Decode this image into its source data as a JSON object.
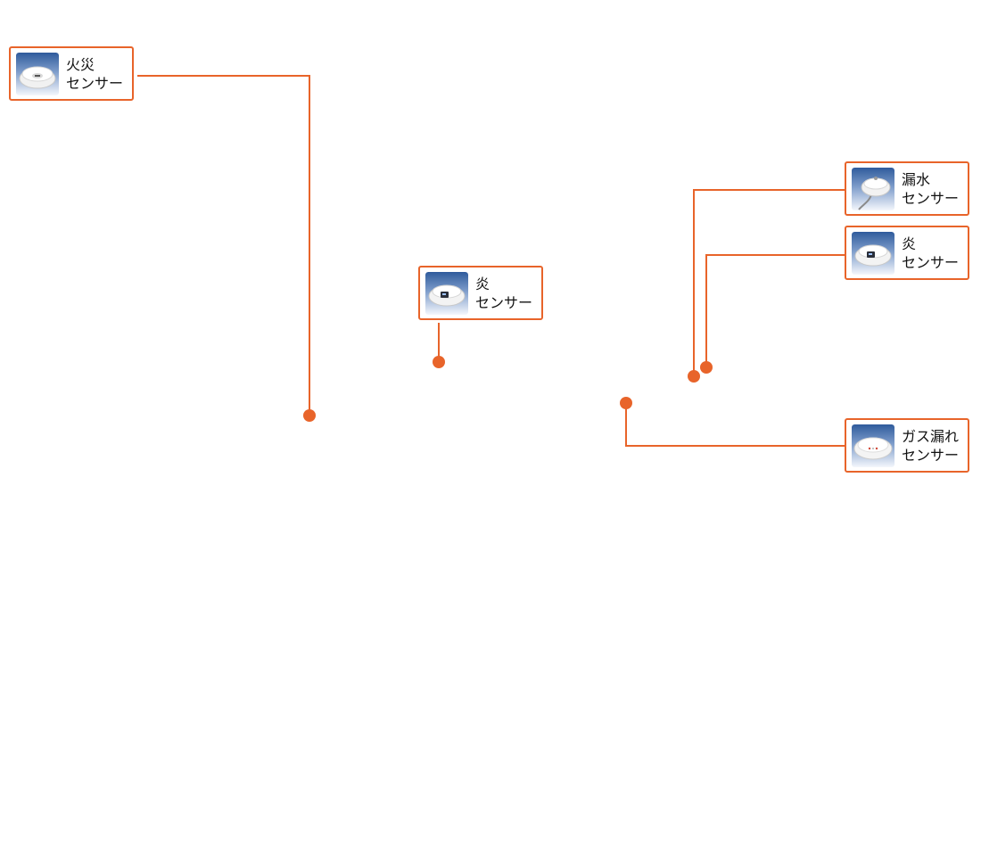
{
  "accent_color": "#e8642a",
  "sensors": [
    {
      "id": "fire",
      "line1": "火災",
      "line2": "センサー",
      "icon": "smoke-detector-icon"
    },
    {
      "id": "flame-center",
      "line1": "炎",
      "line2": "センサー",
      "icon": "flame-detector-icon"
    },
    {
      "id": "water-leak",
      "line1": "漏水",
      "line2": "センサー",
      "icon": "water-leak-sensor-icon"
    },
    {
      "id": "flame-right",
      "line1": "炎",
      "line2": "センサー",
      "icon": "flame-detector-icon"
    },
    {
      "id": "gas-leak",
      "line1": "ガス漏れ",
      "line2": "センサー",
      "icon": "gas-detector-icon"
    }
  ]
}
